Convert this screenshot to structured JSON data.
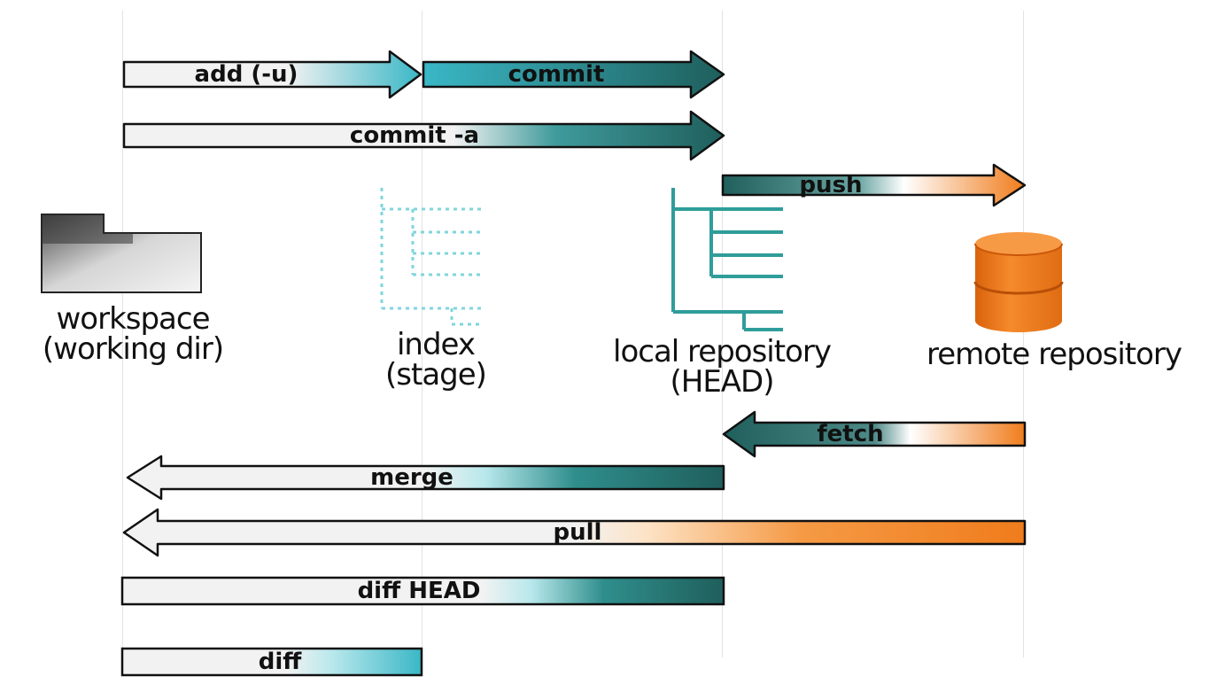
{
  "colors": {
    "teal_light": "#3ab7c6",
    "teal_dark": "#1f5f5c",
    "orange": "#f07c1c",
    "gray": "#f2f2f2",
    "folder": "#4a4a4a",
    "index": "#7fd6dc",
    "repo": "#2f9d9a"
  },
  "locations": {
    "workspace": {
      "line1": "workspace",
      "line2": "(working dir)"
    },
    "index": {
      "line1": "index",
      "line2": "(stage)"
    },
    "local": {
      "line1": "local repository",
      "line2": "(HEAD)"
    },
    "remote": {
      "line1": "remote repository"
    }
  },
  "icons": {
    "workspace": "folder-icon",
    "index": "index-tree-icon",
    "local": "repository-tree-icon",
    "remote": "database-icon"
  },
  "arrows": {
    "add": "add (-u)",
    "commit": "commit",
    "commit_a": "commit -a",
    "push": "push",
    "fetch": "fetch",
    "merge": "merge",
    "pull": "pull",
    "diff_head": "diff HEAD",
    "diff": "diff"
  }
}
